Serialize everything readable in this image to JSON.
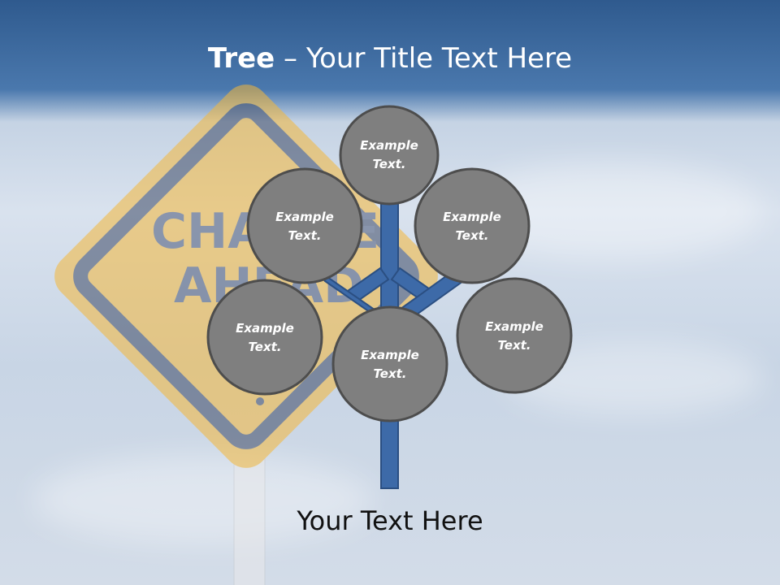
{
  "title": {
    "bold": "Tree",
    "rest": " – Your Title Text Here"
  },
  "background_sign": {
    "line1": "CHANGE",
    "line2": "AHEAD"
  },
  "nodes": [
    {
      "id": "top",
      "line1": "Example",
      "line2": "Text."
    },
    {
      "id": "upper-left",
      "line1": "Example",
      "line2": "Text."
    },
    {
      "id": "upper-right",
      "line1": "Example",
      "line2": "Text."
    },
    {
      "id": "lower-left",
      "line1": "Example",
      "line2": "Text."
    },
    {
      "id": "center",
      "line1": "Example",
      "line2": "Text."
    },
    {
      "id": "lower-right",
      "line1": "Example",
      "line2": "Text."
    }
  ],
  "caption": "Your Text Here",
  "colors": {
    "trunk": "#3d6aa8",
    "trunk_stroke": "#2b4f82",
    "node_fill": "#7f7f7f",
    "node_stroke": "#4d4d4d",
    "sign_yellow": "#f5b83a"
  }
}
